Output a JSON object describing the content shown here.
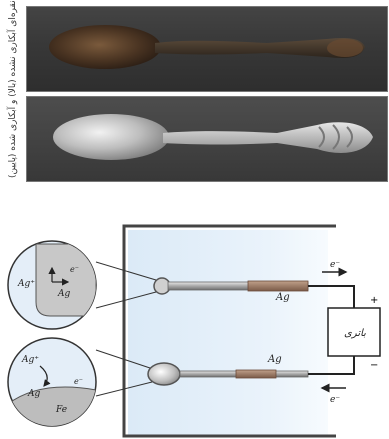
{
  "caption": "قاشق نقره‌ای آبکاری نشده (بالا) و آبکاری شده (پایین)",
  "photos": {
    "top": {
      "subject": "tarnished-spoon"
    },
    "bottom": {
      "subject": "silver-plated-spoon"
    }
  },
  "diagram": {
    "battery_label": "باتری",
    "top_electrode_label": "Ag",
    "bottom_electrode_label": "Ag",
    "electron_label_top": "e⁻",
    "electron_label_bottom": "e⁻",
    "plus_sign": "+",
    "minus_sign": "−",
    "anode_zoom": {
      "ion_out": "Ag⁺",
      "atom": "Ag",
      "electron": "e⁻"
    },
    "cathode_zoom": {
      "ion_in": "Ag⁺",
      "atom": "Ag",
      "metal": "Fe",
      "electron": "e⁻"
    }
  }
}
